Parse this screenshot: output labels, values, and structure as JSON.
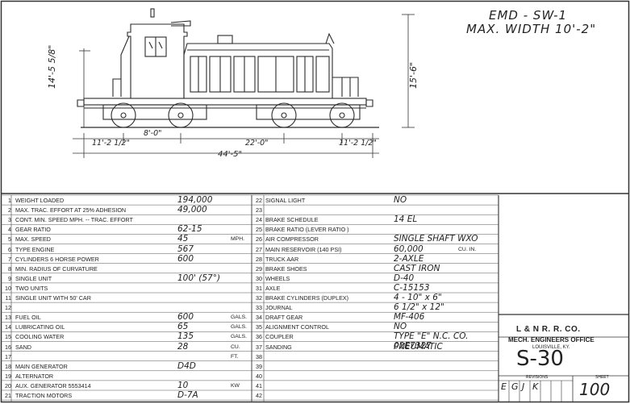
{
  "header": {
    "model": "EMD - SW-1",
    "max_width": "MAX. WIDTH 10'-2\""
  },
  "dimensions": {
    "height_cab": "14'-5 5/8\"",
    "height_stack": "15'-6\"",
    "truck_left": "11'-2 1/2\"",
    "wheelbase": "8'-0\"",
    "truck_centers": "22'-0\"",
    "truck_right": "11'-2 1/2\"",
    "overall": "44'-5\""
  },
  "specs_left": [
    {
      "n": "1",
      "label": "WEIGHT LOADED",
      "value": "194,000",
      "unit": ""
    },
    {
      "n": "2",
      "label": "MAX. TRAC. EFFORT AT 25% ADHESION",
      "value": "49,000",
      "unit": ""
    },
    {
      "n": "3",
      "label": "CONT. MIN. SPEED     MPH. -- TRAC. EFFORT",
      "value": "",
      "unit": ""
    },
    {
      "n": "4",
      "label": "GEAR RATIO",
      "value": "62-15",
      "unit": ""
    },
    {
      "n": "5",
      "label": "MAX. SPEED",
      "value": "45",
      "unit": "MPH."
    },
    {
      "n": "6",
      "label": "TYPE ENGINE",
      "value": "567",
      "unit": ""
    },
    {
      "n": "7",
      "label": "CYLINDERS  6  HORSE POWER",
      "value": "600",
      "unit": ""
    },
    {
      "n": "8",
      "label": "MIN. RADIUS OF CURVATURE",
      "value": "",
      "unit": ""
    },
    {
      "n": "9",
      "label": "     SINGLE UNIT",
      "value": "100' (57°)",
      "unit": ""
    },
    {
      "n": "10",
      "label": "     TWO UNITS",
      "value": "",
      "unit": ""
    },
    {
      "n": "11",
      "label": "     SINGLE UNIT WITH 50' CAR",
      "value": "",
      "unit": ""
    },
    {
      "n": "12",
      "label": "",
      "value": "",
      "unit": ""
    },
    {
      "n": "13",
      "label": "FUEL OIL",
      "value": "600",
      "unit": "GALS."
    },
    {
      "n": "14",
      "label": "LUBRICATING OIL",
      "value": "65",
      "unit": "GALS."
    },
    {
      "n": "15",
      "label": "COOLING WATER",
      "value": "135",
      "unit": "GALS."
    },
    {
      "n": "16",
      "label": "SAND",
      "value": "28",
      "unit": "CU. FT."
    },
    {
      "n": "17",
      "label": "",
      "value": "",
      "unit": ""
    },
    {
      "n": "18",
      "label": "MAIN GENERATOR",
      "value": "D4D",
      "unit": ""
    },
    {
      "n": "19",
      "label": "ALTERNATOR",
      "value": "",
      "unit": ""
    },
    {
      "n": "20",
      "label": "AUX. GENERATOR   5553414",
      "value": "10",
      "unit": "KW"
    },
    {
      "n": "21",
      "label": "TRACTION MOTORS",
      "value": "D-7A",
      "unit": ""
    }
  ],
  "specs_right": [
    {
      "n": "22",
      "label": "SIGNAL LIGHT",
      "value": "NO",
      "unit": ""
    },
    {
      "n": "23",
      "label": "",
      "value": "",
      "unit": ""
    },
    {
      "n": "24",
      "label": "BRAKE SCHEDULE",
      "value": "14 EL",
      "unit": ""
    },
    {
      "n": "25",
      "label": "BRAKE RATIO (LEVER RATIO          )",
      "value": "",
      "unit": ""
    },
    {
      "n": "26",
      "label": "AIR COMPRESSOR",
      "value": "SINGLE SHAFT WXO",
      "unit": ""
    },
    {
      "n": "27",
      "label": "MAIN RESERVOIR (140 PSI)",
      "value": "60,000",
      "unit": "CU. IN."
    },
    {
      "n": "28",
      "label": "TRUCK          AAR",
      "value": "2-AXLE",
      "unit": ""
    },
    {
      "n": "29",
      "label": "BRAKE SHOES",
      "value": "CAST IRON",
      "unit": ""
    },
    {
      "n": "30",
      "label": "WHEELS",
      "value": "D-40",
      "unit": ""
    },
    {
      "n": "31",
      "label": "AXLE",
      "value": "C-15153",
      "unit": ""
    },
    {
      "n": "32",
      "label": "BRAKE CYLINDERS   (DUPLEX)",
      "value": "4 - 10\" x 6\"",
      "unit": ""
    },
    {
      "n": "33",
      "label": "JOURNAL",
      "value": "6 1/2\" x 12\"",
      "unit": ""
    },
    {
      "n": "34",
      "label": "DRAFT GEAR",
      "value": "MF-406",
      "unit": ""
    },
    {
      "n": "35",
      "label": "ALIGNMENT CONTROL",
      "value": "NO",
      "unit": ""
    },
    {
      "n": "36",
      "label": "COUPLER",
      "value": "TYPE \"E\" N.C. CO. 02E7327",
      "unit": ""
    },
    {
      "n": "37",
      "label": "SANDING",
      "value": "PNEUMATIC",
      "unit": ""
    },
    {
      "n": "38",
      "label": "",
      "value": "",
      "unit": ""
    },
    {
      "n": "39",
      "label": "",
      "value": "",
      "unit": ""
    },
    {
      "n": "40",
      "label": "",
      "value": "",
      "unit": ""
    },
    {
      "n": "41",
      "label": "",
      "value": "",
      "unit": ""
    },
    {
      "n": "42",
      "label": "",
      "value": "",
      "unit": ""
    }
  ],
  "title_block": {
    "company": "L & N R. R. CO.",
    "office": "MECH. ENGINEERS OFFICE",
    "city": "LOUISVILLE, KY.",
    "drawing_no": "S-30",
    "revisions_label": "REVISIONS",
    "sheet_label": "SHEET",
    "sheet_no": "100",
    "revisions": [
      "E",
      "G",
      "J",
      "K",
      "",
      "",
      ""
    ]
  }
}
